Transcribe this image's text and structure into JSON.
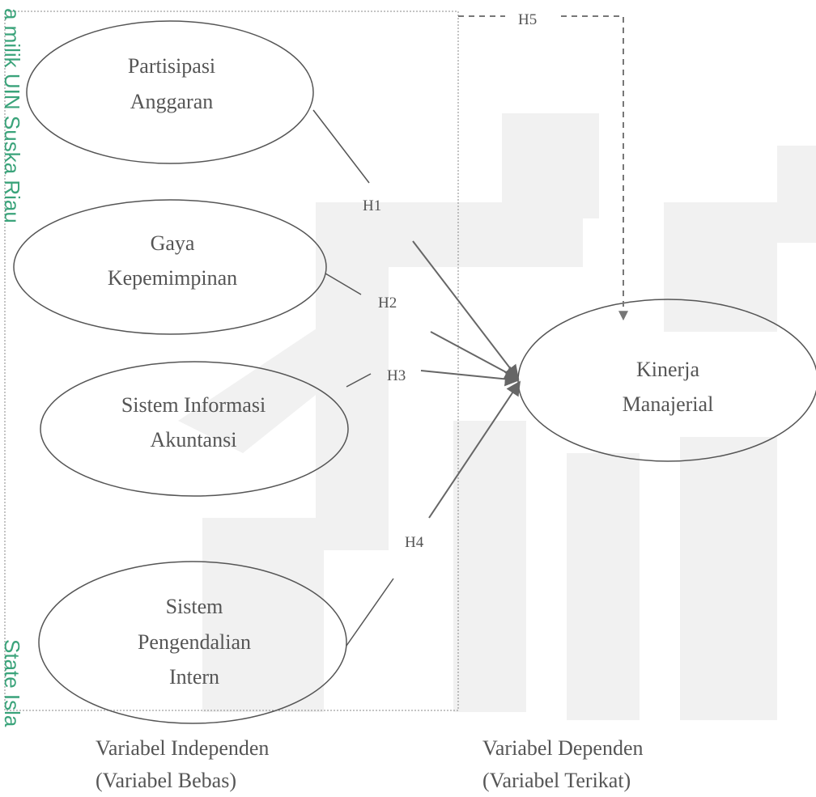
{
  "watermark": {
    "top": "a milik UIN Suska Riau",
    "bottom": "State Isla"
  },
  "nodes": {
    "partisipasi": [
      "Partisipasi",
      "Anggaran"
    ],
    "gaya": [
      "Gaya",
      "Kepemimpinan"
    ],
    "sia": [
      "Sistem Informasi",
      "Akuntansi"
    ],
    "spi": [
      "Sistem",
      "Pengendalian",
      "Intern"
    ],
    "kinerja": [
      "Kinerja",
      "Manajerial"
    ]
  },
  "hypotheses": {
    "h1": "H1",
    "h2": "H2",
    "h3": "H3",
    "h4": "H4",
    "h5": "H5"
  },
  "footer": {
    "independent": [
      "Variabel Independen",
      "(Variabel Bebas)"
    ],
    "dependent": [
      "Variabel Dependen",
      "(Variabel Terikat)"
    ]
  },
  "colors": {
    "stroke": "#555555",
    "arrow": "#666666",
    "watermark_text": "#3aa37a",
    "emblem": "#f1f1f1"
  }
}
